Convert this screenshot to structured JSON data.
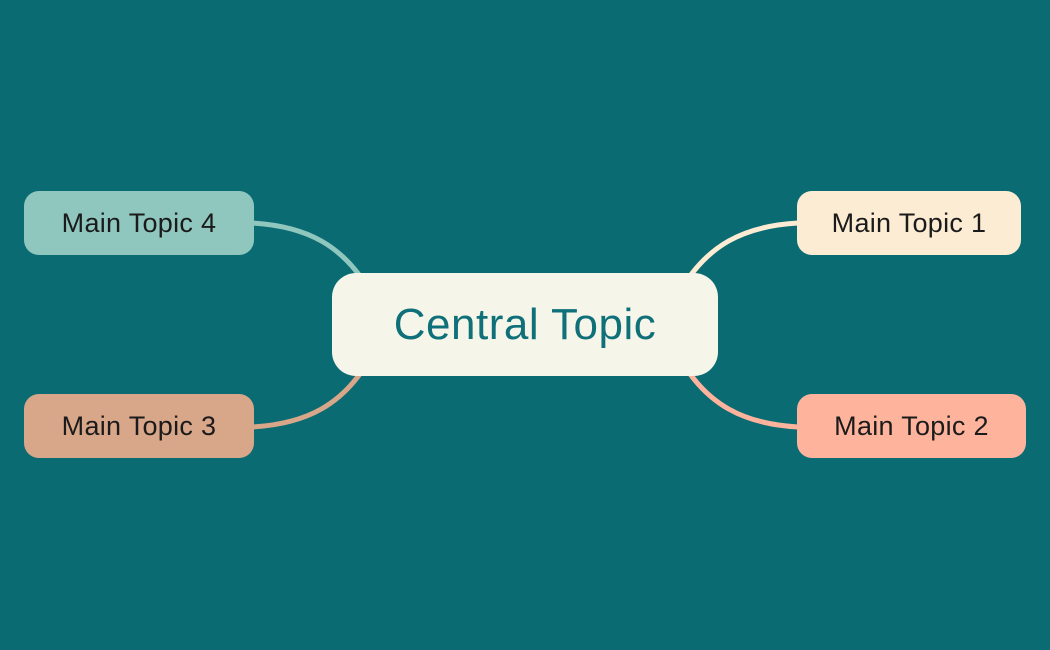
{
  "canvas": {
    "background_color": "#0a6b73"
  },
  "mindmap": {
    "central": {
      "label": "Central Topic",
      "bg_color": "#f5f5e9",
      "text_color": "#10707a"
    },
    "topics": [
      {
        "id": "main-topic-1",
        "label": "Main Topic 1",
        "bg_color": "#fcecd3",
        "text_color": "#1b1b1b",
        "position": "top-right"
      },
      {
        "id": "main-topic-2",
        "label": "Main Topic 2",
        "bg_color": "#feb39c",
        "text_color": "#1b1b1b",
        "position": "bottom-right"
      },
      {
        "id": "main-topic-3",
        "label": "Main Topic 3",
        "bg_color": "#d8a689",
        "text_color": "#1b1b1b",
        "position": "bottom-left"
      },
      {
        "id": "main-topic-4",
        "label": "Main Topic 4",
        "bg_color": "#8fc6bd",
        "text_color": "#1b1b1b",
        "position": "top-left"
      }
    ]
  }
}
